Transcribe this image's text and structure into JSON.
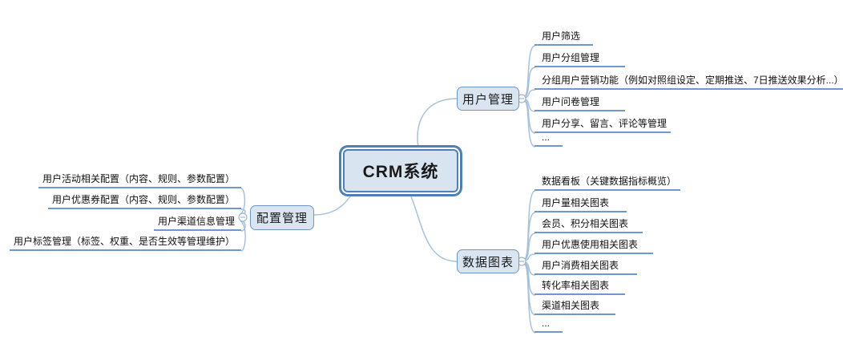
{
  "root": {
    "label": "CRM系统"
  },
  "branches": [
    {
      "label": "用户管理",
      "side": "right",
      "children": [
        "用户筛选",
        "用户分组管理",
        "分组用户营销功能（例如对照组设定、定期推送、7日推送效果分析...）",
        "用户问卷管理",
        "用户分享、留言、评论等管理",
        "..."
      ]
    },
    {
      "label": "数据图表",
      "side": "right",
      "children": [
        "数据看板（关键数据指标概览）",
        "用户量相关图表",
        "会员、积分相关图表",
        "用户优惠使用相关图表",
        "用户消费相关图表",
        "转化率相关图表",
        "渠道相关图表",
        "..."
      ]
    },
    {
      "label": "配置管理",
      "side": "left",
      "children": [
        "用户活动相关配置（内容、规则、参数配置）",
        "用户优惠券配置（内容、规则、参数配置）",
        "用户渠道信息管理",
        "用户标签管理（标签、权重、是否生效等管理维护）"
      ]
    }
  ],
  "collapse_toggle_glyph": "-",
  "colors": {
    "node_border": "#4d7fbb",
    "branch_node_border": "#6e96c9",
    "node_fill": "#dae5f2",
    "connector_line": "#a6c1de",
    "topic_underline": "#6d99cf",
    "text": "#1a1a1a"
  }
}
